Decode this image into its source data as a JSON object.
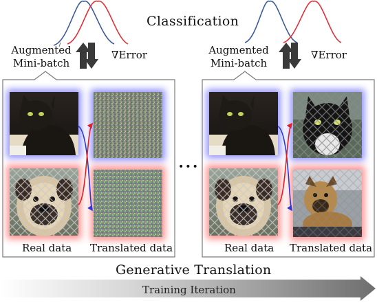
{
  "classification_title": "Classification",
  "panels": [
    {
      "augmented_label_line1": "Augmented",
      "augmented_label_line2": "Mini-batch",
      "gradient_label": "∇Error",
      "real_data_label": "Real data",
      "translated_data_label": "Translated data",
      "translated_style": "noise"
    },
    {
      "augmented_label_line1": "Augmented",
      "augmented_label_line2": "Mini-batch",
      "gradient_label": "∇Error",
      "real_data_label": "Real data",
      "translated_data_label": "Translated data",
      "translated_style": "photo"
    }
  ],
  "ellipsis": "•••",
  "generative_title": "Generative Translation",
  "training_iteration_label": "Training Iteration",
  "colors": {
    "blue_curve": "#3a5a9a",
    "red_curve": "#e0303a",
    "blue_glow": "#6a6aff",
    "red_glow": "#ff6a6a",
    "arrow_dark": "#3a3a3a"
  }
}
